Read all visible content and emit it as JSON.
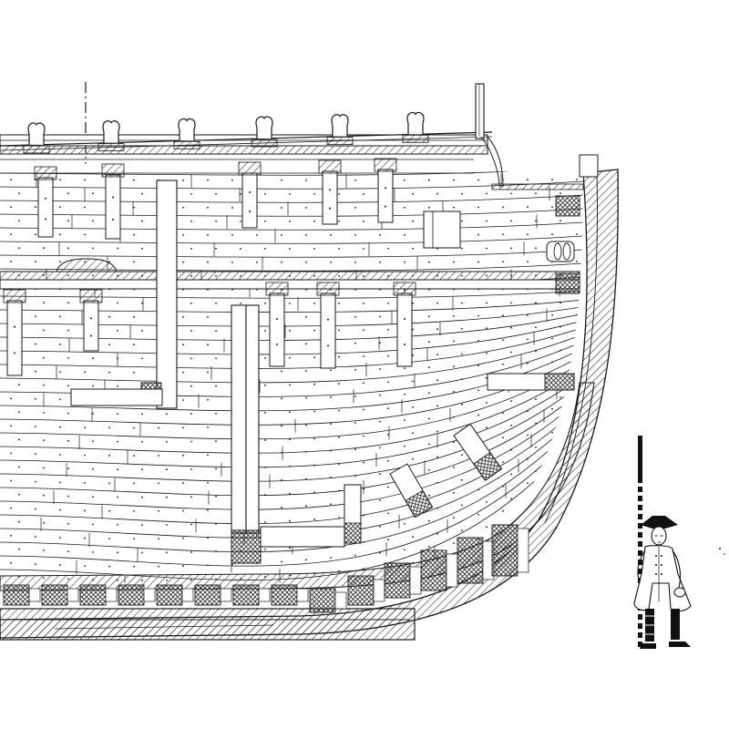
{
  "drawing": {
    "subject": "ship-hull-section",
    "colors": {
      "background": "#ffffff",
      "ink": "#1a1a1a",
      "hatch": "#2a2a2a"
    },
    "figure": {
      "subject": "soldier-with-pike",
      "hat": "tricorne",
      "coat": "long-coat",
      "gaiters": "striped"
    }
  }
}
